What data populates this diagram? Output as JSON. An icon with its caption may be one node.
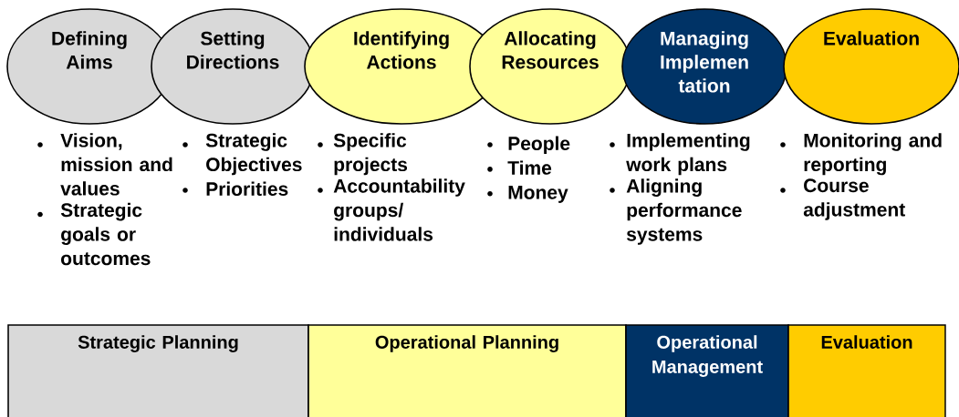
{
  "diagram": {
    "nodes": [
      {
        "text": [
          "Defining Aims"
        ],
        "beside": [
          "Vision, mission and values",
          "Strategic goals or outcomes"
        ]
      },
      {
        "text": [
          "Setting Directions"
        ],
        "beside": [
          "Strategic Objectives",
          "Priorities"
        ]
      },
      {
        "text": [
          "Identifying Actions"
        ],
        "beside": [
          "Specific projects",
          "Accountability groups/ individuals"
        ]
      },
      {
        "text": [
          "Allocating Resources"
        ],
        "beside": [
          "People",
          "Time",
          "Money"
        ]
      },
      {
        "text": [
          "Managing Implemen tation"
        ],
        "beside": [
          "Implementing work plans",
          "Aligning performance systems"
        ]
      },
      {
        "text": [
          "Evaluation"
        ],
        "beside": [
          "Monitoring and reporting",
          "Course adjustment"
        ]
      },
      {
        "text": [
          "Strategic Planning"
        ]
      },
      {
        "text": [
          "Operational Planning"
        ]
      },
      {
        "text": [
          "Operational Management"
        ]
      },
      {
        "text": [
          "Evaluation"
        ]
      }
    ]
  }
}
